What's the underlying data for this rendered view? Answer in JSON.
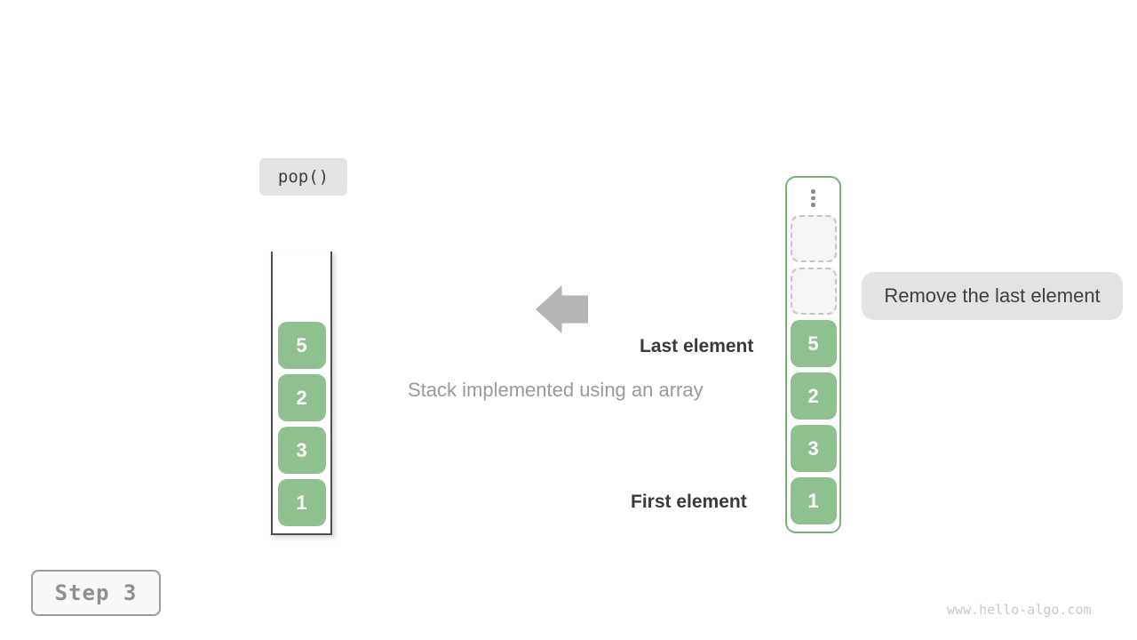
{
  "operation": {
    "label": "pop()"
  },
  "step_badge": {
    "label": "Step 3"
  },
  "caption": {
    "text": "Stack implemented using an array"
  },
  "annotations": {
    "last_element": "Last element",
    "first_element": "First element",
    "remove_note": "Remove the last element"
  },
  "left_stack": {
    "items": [
      "5",
      "2",
      "3",
      "1"
    ]
  },
  "right_stack": {
    "items": [
      "5",
      "2",
      "3",
      "1"
    ],
    "empty_slot_count": 2
  },
  "watermark": {
    "text": "www.hello-algo.com"
  },
  "colors": {
    "element_green": "#8fc08f",
    "stack_border_green": "#79b279",
    "label_bg_gray": "#e4e4e4",
    "arrow_gray": "#b5b5b5",
    "dark_text": "#3a3a3a",
    "caption_gray": "#9a9a9a",
    "watermark_gray": "#c9c9c9"
  }
}
